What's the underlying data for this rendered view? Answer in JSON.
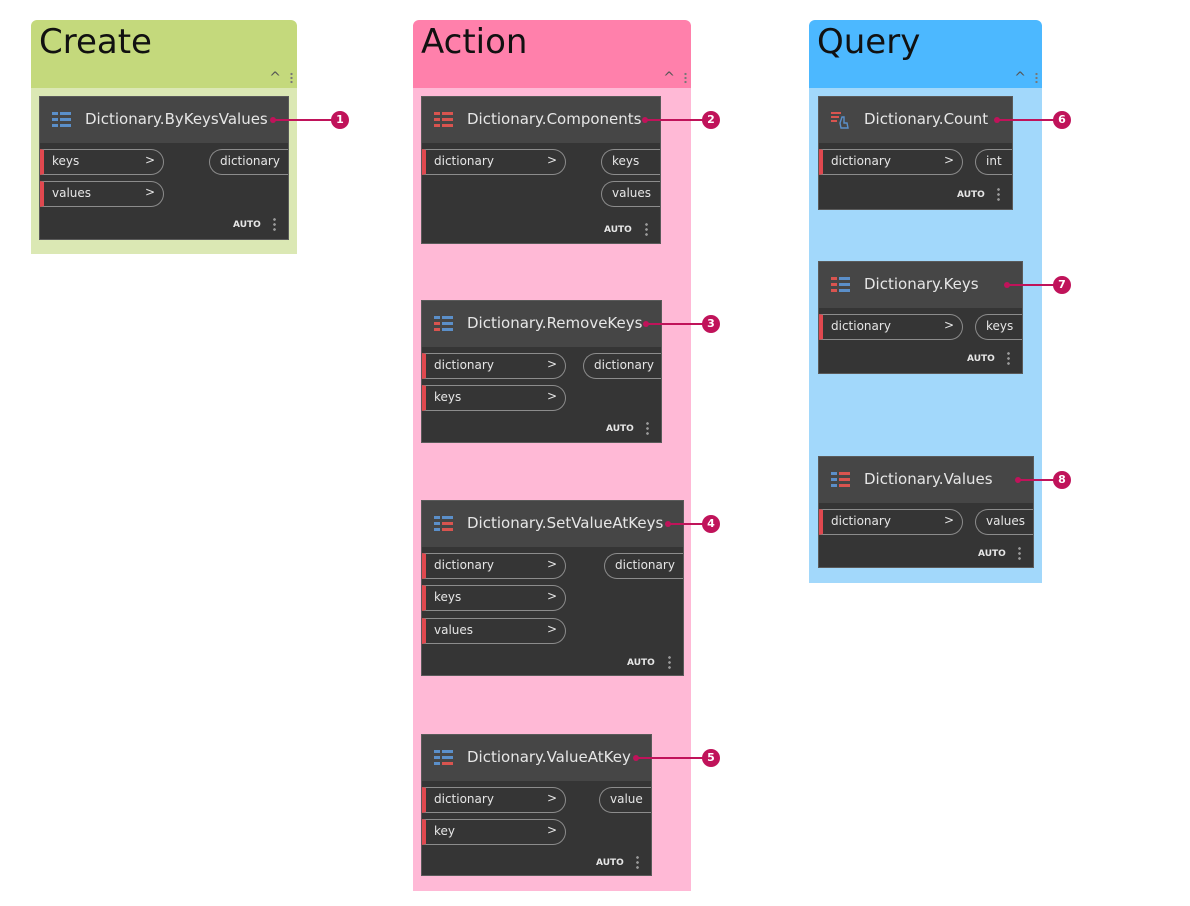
{
  "groups": {
    "create": {
      "title": "Create",
      "head_color": "#c4d97c",
      "body_color": "#dbe8b4"
    },
    "action": {
      "title": "Action",
      "head_color": "#ff80ab",
      "body_color": "#ffb9d6"
    },
    "query": {
      "title": "Query",
      "head_color": "#4cb8ff",
      "body_color": "#a2d8fb"
    }
  },
  "nodes": {
    "bykeysvalues": {
      "title": "Dictionary.ByKeysValues",
      "inputs": [
        "keys",
        "values"
      ],
      "outputs": [
        "dictionary"
      ],
      "lacing": "AUTO",
      "callout": "1"
    },
    "components": {
      "title": "Dictionary.Components",
      "inputs": [
        "dictionary"
      ],
      "outputs": [
        "keys",
        "values"
      ],
      "lacing": "AUTO",
      "callout": "2"
    },
    "removekeys": {
      "title": "Dictionary.RemoveKeys",
      "inputs": [
        "dictionary",
        "keys"
      ],
      "outputs": [
        "dictionary"
      ],
      "lacing": "AUTO",
      "callout": "3"
    },
    "setvalueatkeys": {
      "title": "Dictionary.SetValueAtKeys",
      "inputs": [
        "dictionary",
        "keys",
        "values"
      ],
      "outputs": [
        "dictionary"
      ],
      "lacing": "AUTO",
      "callout": "4"
    },
    "valueatkey": {
      "title": "Dictionary.ValueAtKey",
      "inputs": [
        "dictionary",
        "key"
      ],
      "outputs": [
        "value"
      ],
      "lacing": "AUTO",
      "callout": "5"
    },
    "count": {
      "title": "Dictionary.Count",
      "inputs": [
        "dictionary"
      ],
      "outputs": [
        "int"
      ],
      "lacing": "AUTO",
      "callout": "6"
    },
    "keys": {
      "title": "Dictionary.Keys",
      "inputs": [
        "dictionary"
      ],
      "outputs": [
        "keys"
      ],
      "lacing": "AUTO",
      "callout": "7"
    },
    "values": {
      "title": "Dictionary.Values",
      "inputs": [
        "dictionary"
      ],
      "outputs": [
        "values"
      ],
      "lacing": "AUTO",
      "callout": "8"
    }
  },
  "ui": {
    "port_arrow": ">",
    "collapse_glyph": "^"
  },
  "colors": {
    "callout": "#c0135a",
    "node_body": "#353535",
    "node_header": "#464646",
    "input_marker": "#e0484f"
  }
}
